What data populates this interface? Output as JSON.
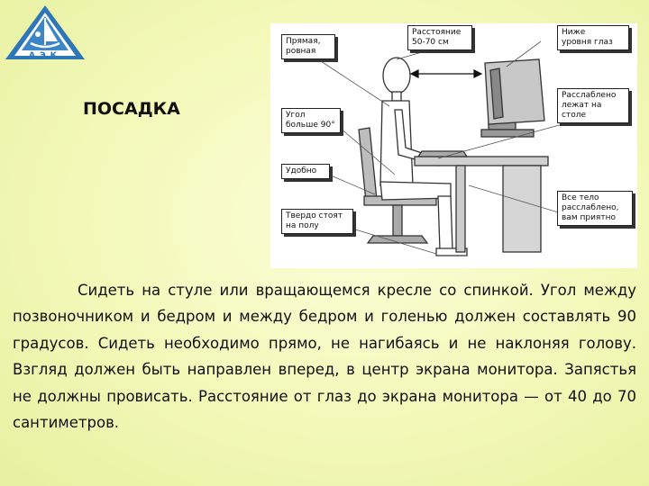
{
  "logo": {
    "text": "АЭК",
    "icon": "sailboat-icon"
  },
  "heading": "ПОСАДКА",
  "figure": {
    "labels": {
      "straight_back": "Прямая,\nровная",
      "eye_distance": "Расстояние\n50-70 см",
      "below_eye_level": "Ниже\nуровня глаз",
      "angle": "Угол\nбольше 90°",
      "wrists": "Расслаблено\nлежат на\nстоле",
      "comfortable": "Удобно",
      "feet": "Твердо стоят\nна полу",
      "relaxed": "Все тело\nрасслаблено,\nвам приятно"
    }
  },
  "body_text": "Сидеть на стуле или вращающемся кресле со спинкой. Угол между позвоночником и бедром и между бедром и голенью должен составлять 90 градусов. Сидеть необходимо прямо, не нагибаясь и не наклоняя голову. Взгляд должен быть направлен вперед, в центр экрана монитора. Запястья не должны провисать. Расстояние от глаз до экрана монитора — от 40 до 70 сантиметров."
}
